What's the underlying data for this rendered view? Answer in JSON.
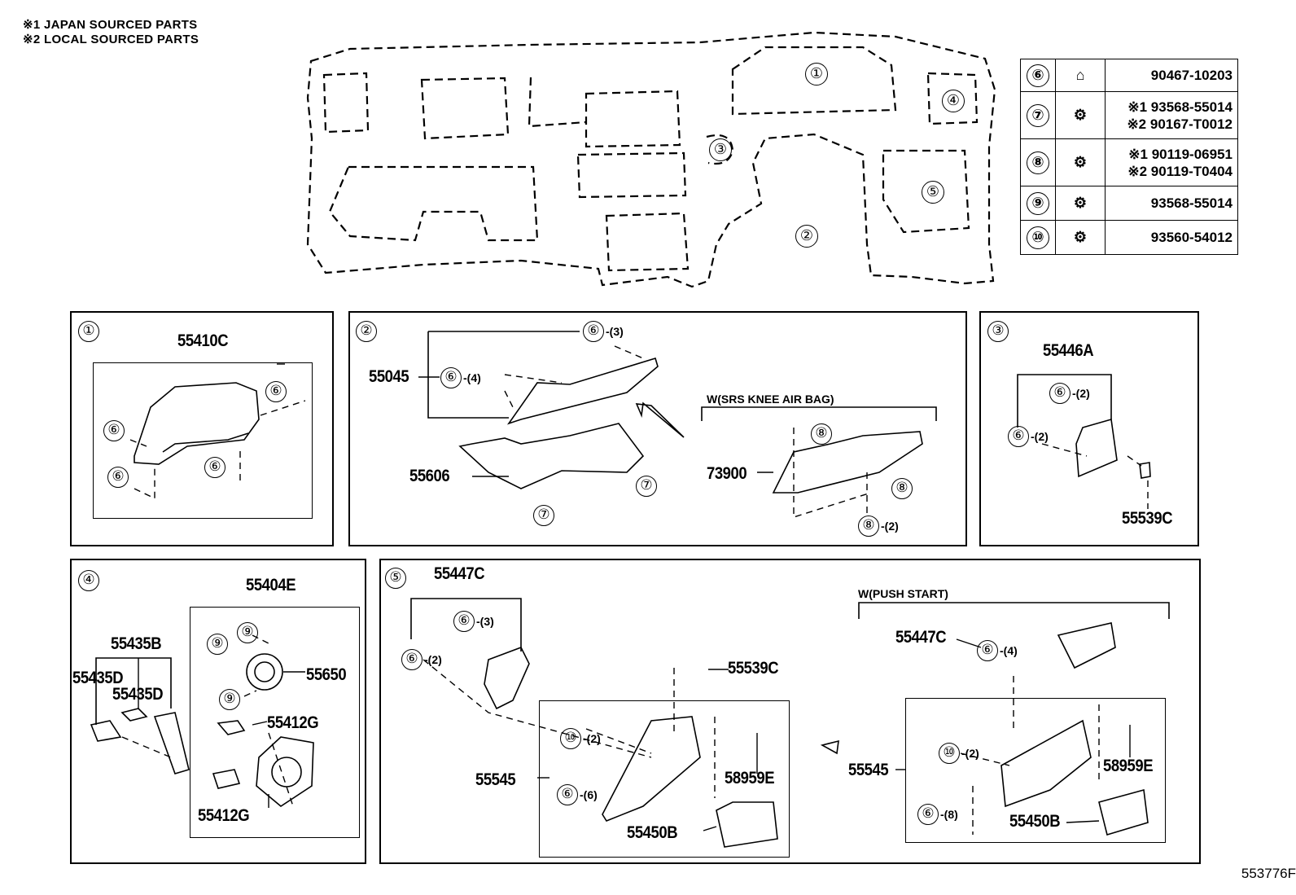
{
  "notes": [
    "※1 JAPAN SOURCED PARTS",
    "※2 LOCAL SOURCED PARTS"
  ],
  "overview_markers": [
    "①",
    "②",
    "③",
    "④",
    "⑤"
  ],
  "fastener_table": [
    {
      "ref": "⑥",
      "parts": [
        "90467-10203"
      ]
    },
    {
      "ref": "⑦",
      "parts": [
        "※1 93568-55014",
        "※2 90167-T0012"
      ]
    },
    {
      "ref": "⑧",
      "parts": [
        "※1 90119-06951",
        "※2 90119-T0404"
      ]
    },
    {
      "ref": "⑨",
      "parts": [
        "93568-55014"
      ]
    },
    {
      "ref": "⑩",
      "parts": [
        "93560-54012"
      ]
    }
  ],
  "panel1": {
    "num": "①",
    "main": "55410C",
    "c6": "⑥"
  },
  "panel2": {
    "num": "②",
    "p55045": "55045",
    "p55606": "55606",
    "p73900": "73900",
    "variant": "W(SRS KNEE AIR BAG)",
    "c6": "⑥",
    "c7": "⑦",
    "c8": "⑧",
    "q3": "-(3)",
    "q4": "-(4)",
    "q2": "-(2)"
  },
  "panel3": {
    "num": "③",
    "main": "55446A",
    "p55539": "55539C",
    "c6": "⑥",
    "q2": "-(2)"
  },
  "panel4": {
    "num": "④",
    "main": "55404E",
    "p55435B": "55435B",
    "p55435D": "55435D",
    "p55650": "55650",
    "p55412G": "55412G",
    "c9": "⑨"
  },
  "panel5": {
    "num": "⑤",
    "p55447": "55447C",
    "p55539": "55539C",
    "p55545": "55545",
    "p58959": "58959E",
    "p55450": "55450B",
    "variant": "W(PUSH START)",
    "c6": "⑥",
    "c10": "⑩",
    "q2": "-(2)",
    "q3": "-(3)",
    "q4": "-(4)",
    "q6": "-(6)",
    "q8": "-(8)"
  },
  "footer": "553776F"
}
